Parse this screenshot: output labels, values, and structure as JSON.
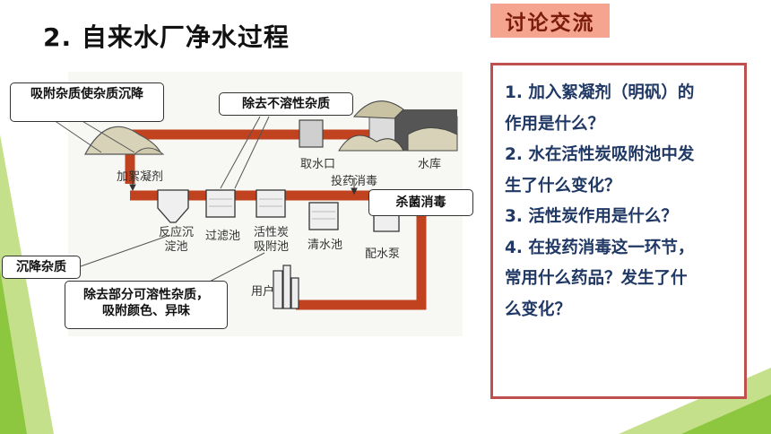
{
  "title": "2. 自来水厂净水过程",
  "discussion_tag": "讨论交流",
  "questions": [
    "1. 加入絮凝剂（明矾）的",
    "作用是什么？",
    "2. 水在活性炭吸附池中发",
    "生了什么变化？",
    "3. 活性炭作用是什么？",
    "4. 在投药消毒这一环节，",
    "常用什么药品？发生了什",
    "么变化？"
  ],
  "callouts": {
    "adsorb": "吸附杂质使杂质沉降",
    "remove_insoluble": "除去不溶性杂质",
    "sterilize": "杀菌消毒",
    "sediment": "沉降杂质",
    "remove_soluble_1": "除去部分可溶性杂质，",
    "remove_soluble_2": "吸附颜色、异味"
  },
  "diagram_labels": {
    "intake": "取水口",
    "reservoir": "水库",
    "flocculant": "加絮凝剂",
    "dosing": "投药消毒",
    "reaction_1": "反应沉",
    "reaction_2": "淀池",
    "filter": "过滤池",
    "carbon_1": "活性炭",
    "carbon_2": "吸附池",
    "clear": "清水池",
    "pump": "配水泵",
    "user": "用户"
  },
  "colors": {
    "pipe": "#c0421f",
    "accent_red": "#c0504d",
    "question_text": "#203864",
    "tag_bg": "#f5a58f",
    "green": "#8dc63f"
  }
}
